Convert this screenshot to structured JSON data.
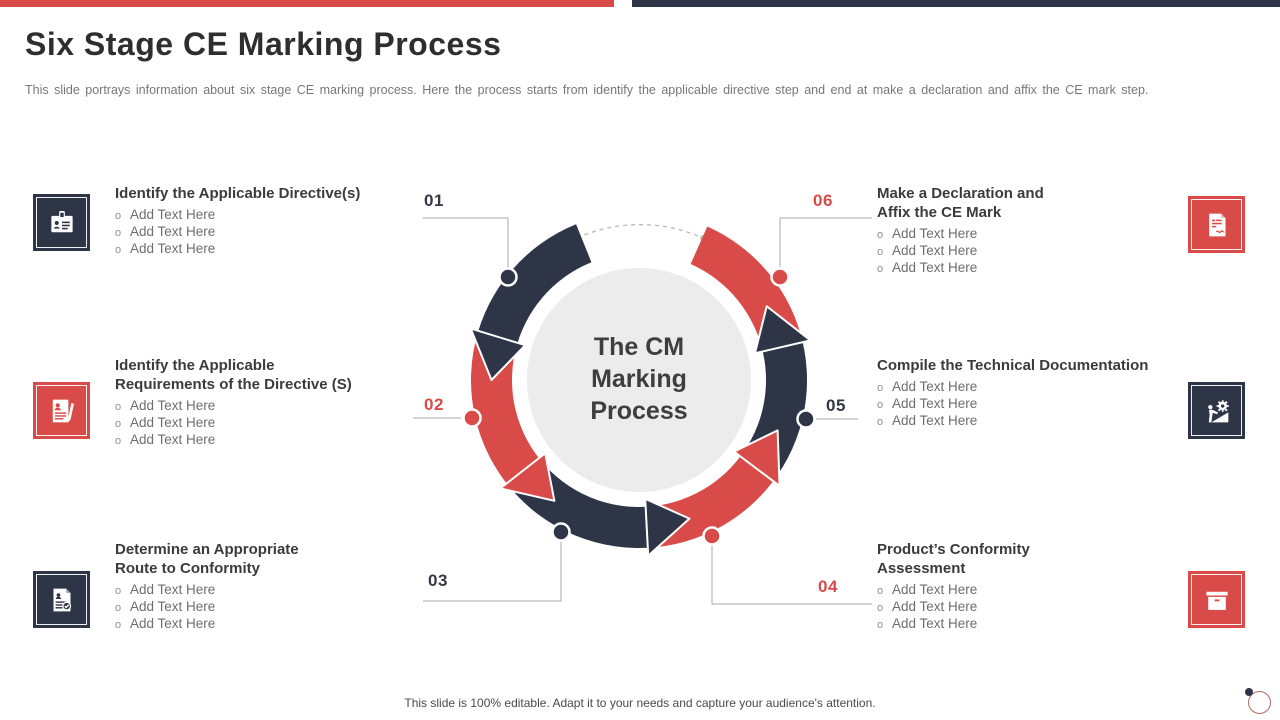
{
  "slide": {
    "title": "Six Stage CE Marking Process",
    "subtitle": "This slide portrays information about six stage CE marking process. Here the process starts from identify the applicable directive step and end at make a declaration and affix the CE mark step.",
    "footer_note": "This slide is 100% editable. Adapt it to your needs and capture your audience's attention."
  },
  "diagram": {
    "center_title_lines": [
      "The CM",
      "Marking",
      "Process"
    ],
    "bullet_marker": "o"
  },
  "stages": [
    {
      "number": "01",
      "accent": "navy",
      "icon": "id-badge-icon",
      "title_lines": [
        "Identify the Applicable Directive(s)",
        ""
      ],
      "bullets": [
        "Add Text Here",
        "Add Text Here",
        "Add Text Here"
      ]
    },
    {
      "number": "02",
      "accent": "red",
      "icon": "requirements-document-icon",
      "title_lines": [
        "Identify the Applicable",
        "Requirements of the Directive (S)"
      ],
      "bullets": [
        "Add Text Here",
        "Add Text Here",
        "Add Text Here"
      ]
    },
    {
      "number": "03",
      "accent": "navy",
      "icon": "conformity-route-document-icon",
      "title_lines": [
        "Determine an Appropriate",
        "Route to Conformity"
      ],
      "bullets": [
        "Add Text Here",
        "Add Text Here",
        "Add Text Here"
      ]
    },
    {
      "number": "04",
      "accent": "red",
      "icon": "product-box-icon",
      "title_lines": [
        "Product’s Conformity",
        "Assessment"
      ],
      "bullets": [
        "Add Text Here",
        "Add Text Here",
        "Add Text Here"
      ]
    },
    {
      "number": "05",
      "accent": "navy",
      "icon": "technical-documentation-gears-icon",
      "title_lines": [
        "Compile the Technical Documentation",
        ""
      ],
      "bullets": [
        "Add Text Here",
        "Add Text Here",
        "Add Text Here"
      ]
    },
    {
      "number": "06",
      "accent": "red",
      "icon": "ce-declaration-document-icon",
      "title_lines": [
        "Make a Declaration and",
        "Affix the CE Mark"
      ],
      "bullets": [
        "Add Text Here",
        "Add Text Here",
        "Add Text Here"
      ]
    }
  ],
  "colors": {
    "red": "#D94B48",
    "navy": "#2D3547",
    "center_circle": "#ECECEC",
    "connector": "#A8A8A8",
    "dash": "#BBBBBB",
    "number_dark": "#333A44"
  }
}
